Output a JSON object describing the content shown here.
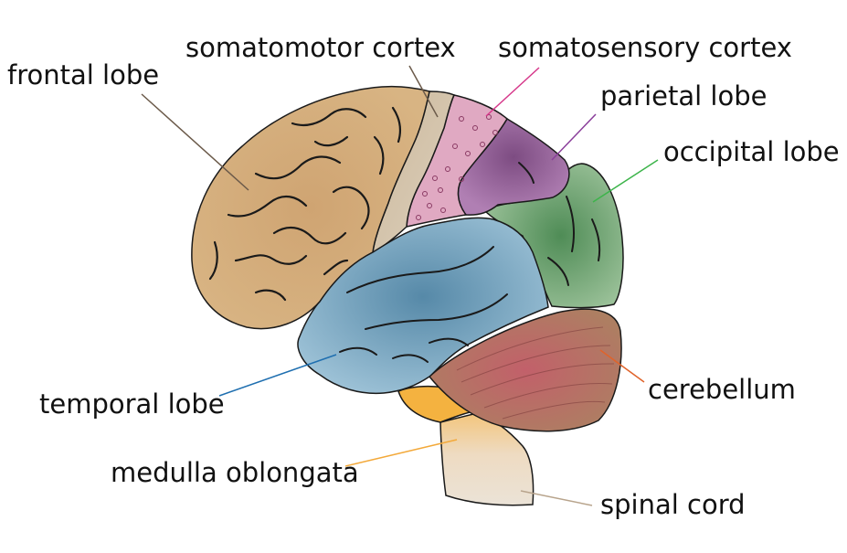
{
  "labels": {
    "frontal_lobe": "frontal lobe",
    "somatomotor_cortex": "somatomotor cortex",
    "somatosensory_cortex": "somatosensory cortex",
    "parietal_lobe": "parietal lobe",
    "occipital_lobe": "occipital lobe",
    "temporal_lobe": "temporal lobe",
    "cerebellum": "cerebellum",
    "medulla_oblongata": "medulla oblongata",
    "spinal_cord": "spinal cord"
  },
  "colors": {
    "frontal_lobe": "#d4aa77",
    "somatomotor_cortex": "#c4b29a",
    "somatosensory_cortex": "#dfa8c0",
    "parietal_lobe": "#8c5e90",
    "occipital_lobe": "#6e9e6c",
    "temporal_lobe": "#6f9fbc",
    "cerebellum": "#b87068",
    "medulla_oblongata": "#f3b54a",
    "spinal_cord": "#ece0cf",
    "line_frontal": "#6b5a4a",
    "line_somatomotor": "#6b5a4a",
    "line_somatosensory": "#d6378a",
    "line_parietal": "#8a3e9a",
    "line_occipital": "#3cb44a",
    "line_temporal": "#1f6fb0",
    "line_cerebellum": "#e0632a",
    "line_medulla": "#f3a93a",
    "line_spinal": "#b8a48c"
  }
}
